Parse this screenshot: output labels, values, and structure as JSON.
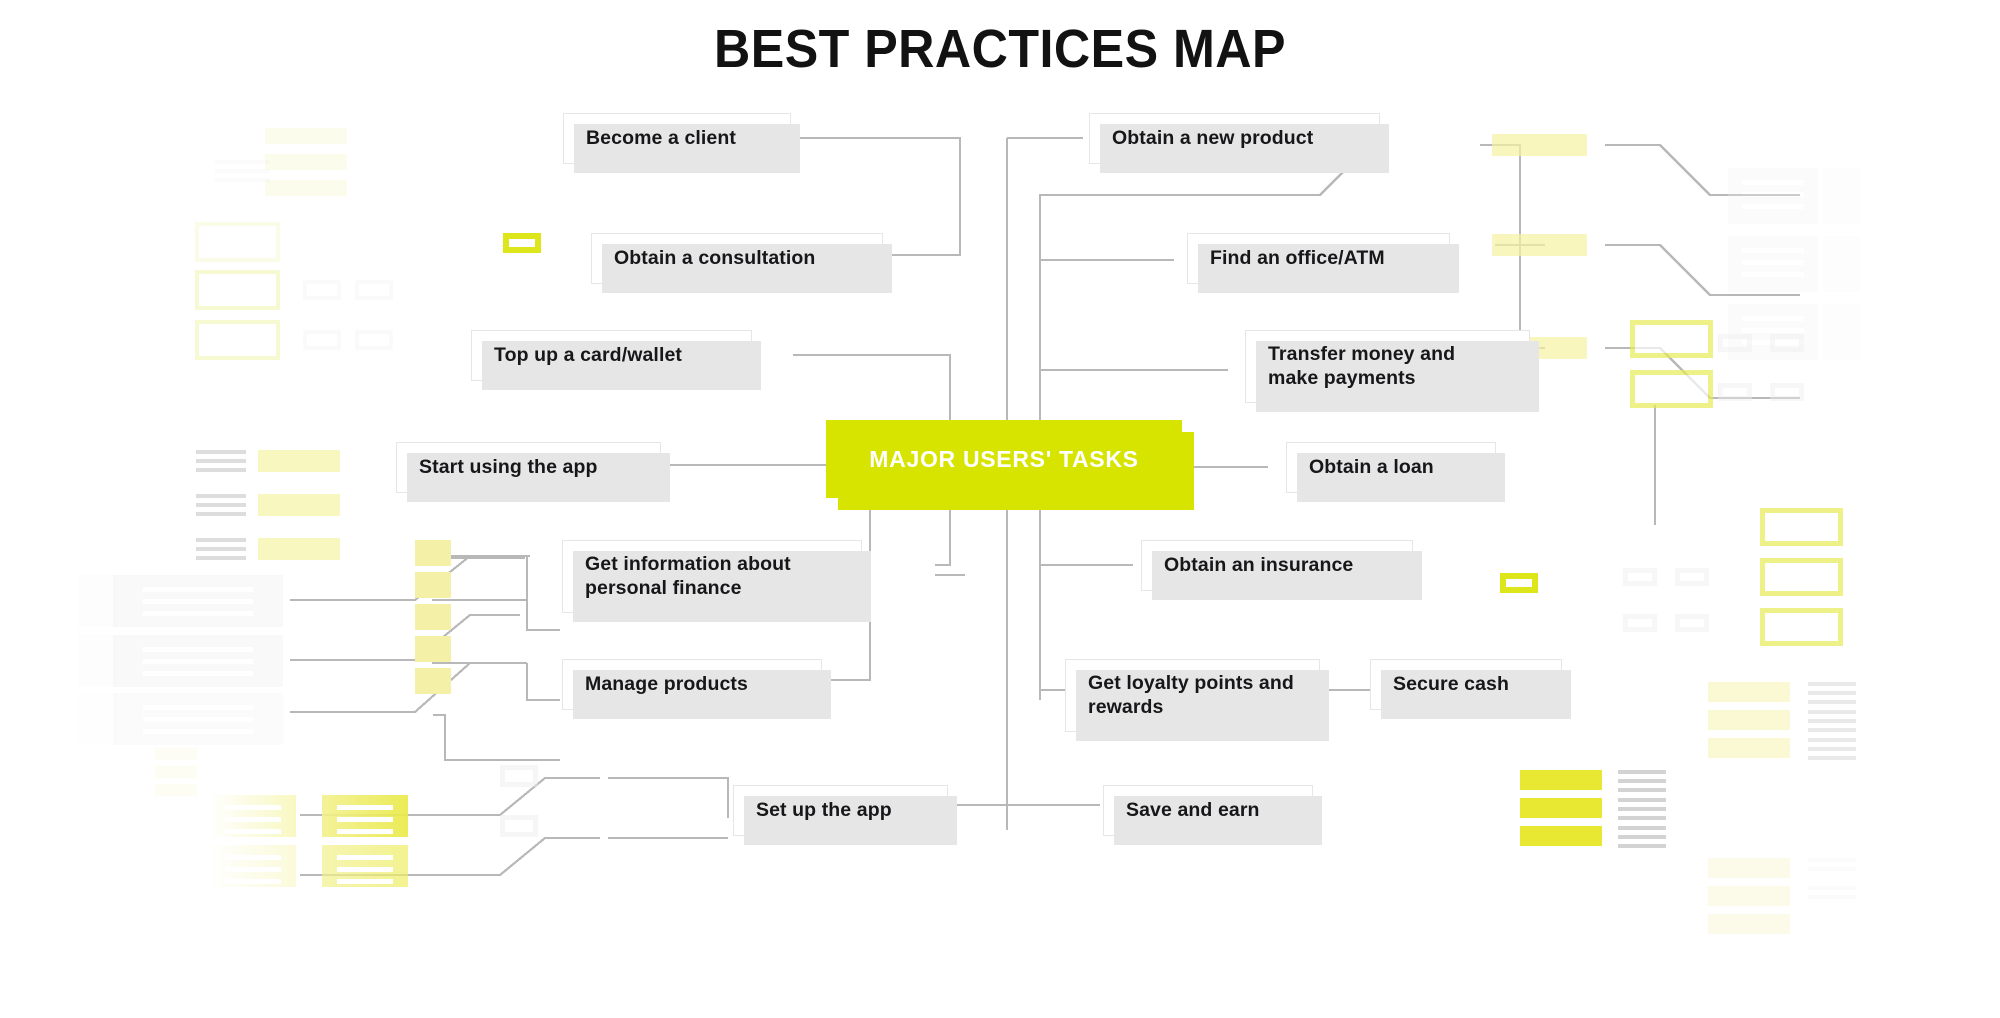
{
  "page": {
    "title": "BEST PRACTICES MAP",
    "background": "#ffffff",
    "accent_lime": "#d6e400",
    "accent_yellow": "#e8e832",
    "accent_pale_yellow": "#f5f0a8",
    "card_bg": "#ffffff",
    "card_border": "#e6e6e6",
    "shadow": "#e6e6e6",
    "connector": "#b4b4b4",
    "text": "#17171a"
  },
  "center_node": {
    "label": "MAJOR USERS' TASKS"
  },
  "left_branch": {
    "nodes": [
      {
        "label": "Become a client"
      },
      {
        "label": "Obtain a consultation"
      },
      {
        "label": "Top up a card/wallet"
      },
      {
        "label": "Start using the app"
      },
      {
        "label": "Get information about personal finance"
      },
      {
        "label": "Manage products"
      },
      {
        "label": "Set up the app"
      }
    ]
  },
  "right_branch": {
    "nodes": [
      {
        "label": "Obtain a new product"
      },
      {
        "label": "Find an office/ATM"
      },
      {
        "label": "Transfer money and make payments"
      },
      {
        "label": "Obtain a loan"
      },
      {
        "label": "Obtain an insurance"
      },
      {
        "label": "Get loyalty points and rewards"
      },
      {
        "label": "Secure cash"
      },
      {
        "label": "Save and earn"
      }
    ]
  },
  "decorations": {
    "note": "faded placeholder shapes surrounding the diagram",
    "accent_outline_count": 2,
    "chip_stack_count": 5,
    "right_chip_count": 3
  }
}
